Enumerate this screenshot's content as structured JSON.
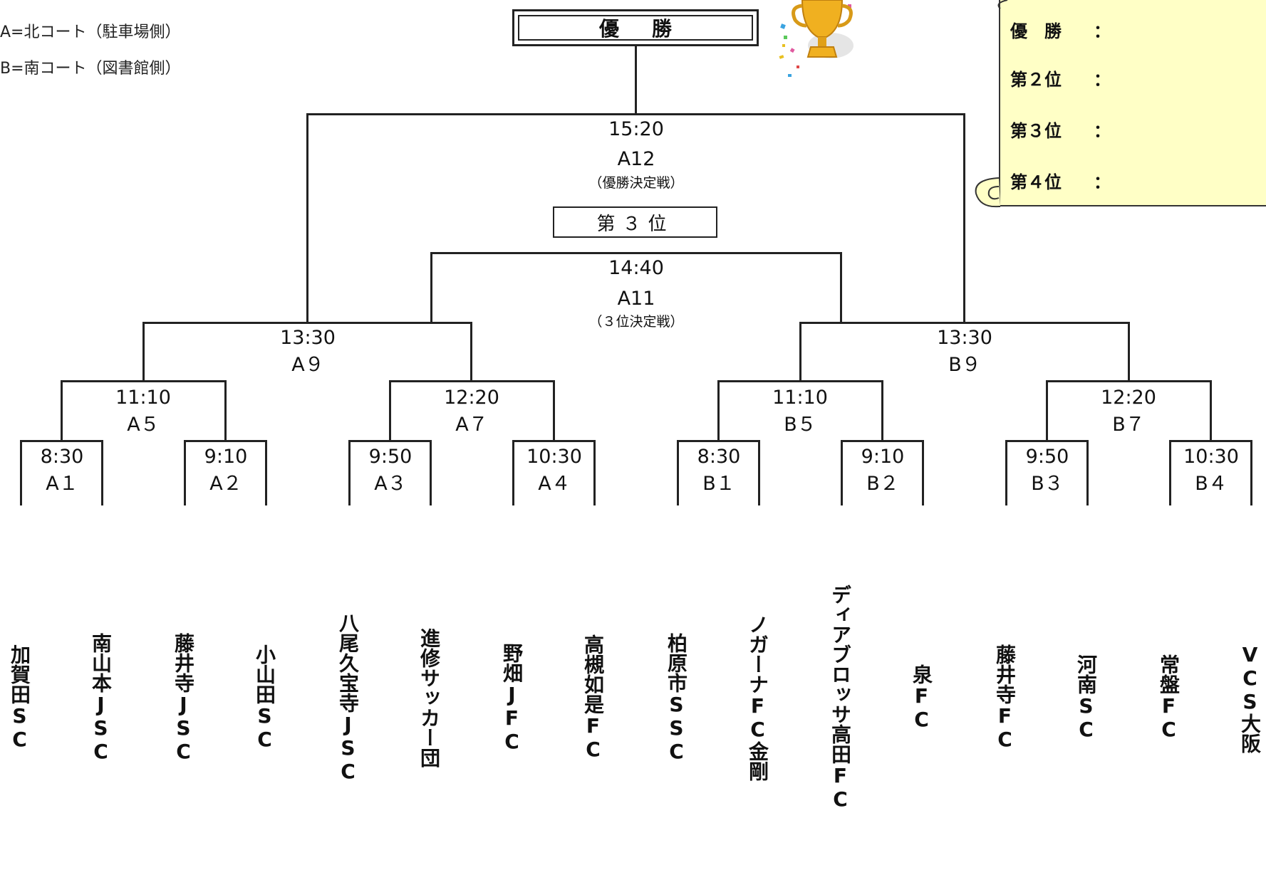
{
  "legend": [
    "A=北コート（駐車場側）",
    "B=南コート（図書館側）"
  ],
  "champion_label": "優勝",
  "third_label": "第３位",
  "results": [
    {
      "label": "優　勝",
      "value": "："
    },
    {
      "label": "第２位",
      "value": "："
    },
    {
      "label": "第３位",
      "value": "："
    },
    {
      "label": "第４位",
      "value": "："
    }
  ],
  "final": {
    "time": "15:20",
    "code": "A12",
    "note": "（優勝決定戦）"
  },
  "third_place": {
    "time": "14:40",
    "code": "A11",
    "note": "（３位決定戦）"
  },
  "semis": [
    {
      "time": "13:30",
      "code": "A９"
    },
    {
      "time": "13:30",
      "code": "B９"
    }
  ],
  "quarters": [
    {
      "time": "11:10",
      "code": "A５"
    },
    {
      "time": "12:20",
      "code": "A７"
    },
    {
      "time": "11:10",
      "code": "B５"
    },
    {
      "time": "12:20",
      "code": "B７"
    }
  ],
  "first_round": [
    {
      "time": "8:30",
      "code": "A１"
    },
    {
      "time": "9:10",
      "code": "A２"
    },
    {
      "time": "9:50",
      "code": "A３"
    },
    {
      "time": "10:30",
      "code": "A４"
    },
    {
      "time": "8:30",
      "code": "B１"
    },
    {
      "time": "9:10",
      "code": "B２"
    },
    {
      "time": "9:50",
      "code": "B３"
    },
    {
      "time": "10:30",
      "code": "B４"
    }
  ],
  "teams": [
    "加賀田SC",
    "南山本JSC",
    "藤井寺JSC",
    "小山田SC",
    "八尾久宝寺JSC",
    "進修サッカー団",
    "野畑JFC",
    "高槻如是FC",
    "柏原市SSC",
    "ノガーナFC金剛",
    "ディアブロッサ高田FC",
    "泉FC",
    "藤井寺FC",
    "河南SC",
    "常盤FC",
    "VCS大阪"
  ]
}
